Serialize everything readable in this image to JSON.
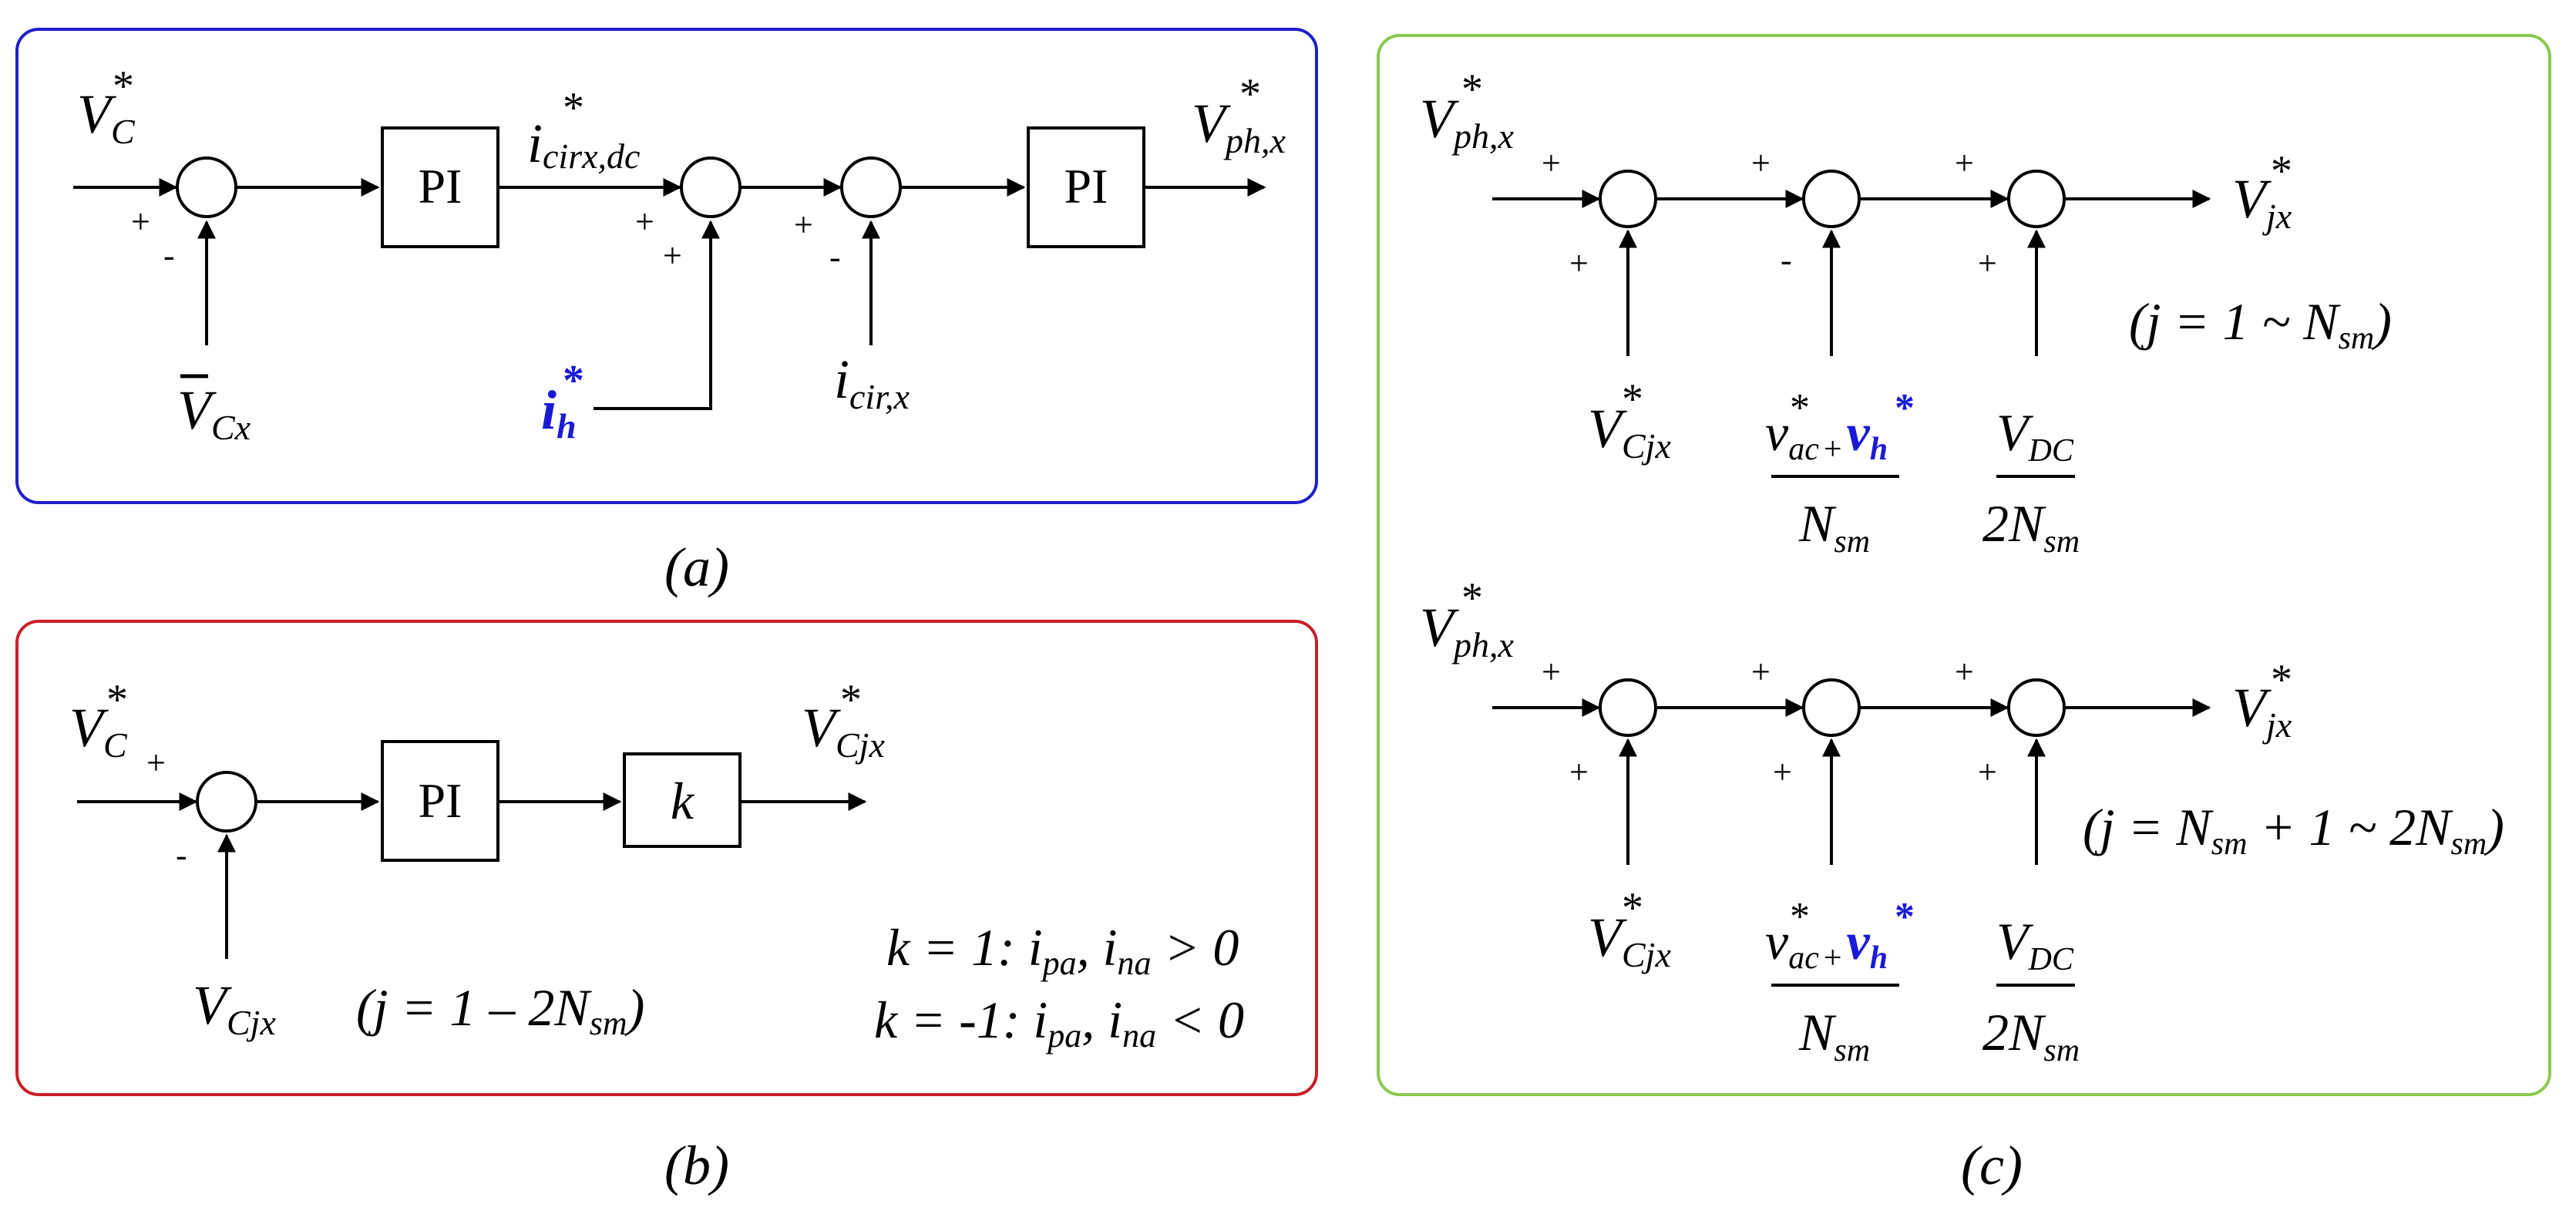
{
  "colors": {
    "panel_a": "#2020c8",
    "panel_b": "#c8202a",
    "panel_c": "#8cc850",
    "highlight": "#1a1ad6"
  },
  "captions": {
    "a": "(a)",
    "b": "(b)",
    "c": "(c)"
  },
  "panel_a": {
    "input_ref": "V",
    "input_ref_sub": "C",
    "star": "*",
    "feedback_1": "V",
    "feedback_1_sub": "Cx",
    "block_1": "PI",
    "mid_signal": "i",
    "mid_signal_sub": "cirx,dc",
    "inject": "i",
    "inject_sub": "h",
    "feedback_2": "i",
    "feedback_2_sub": "cir,x",
    "block_2": "PI",
    "output": "V",
    "output_sub": "ph,x",
    "plus": "+",
    "minus": "-"
  },
  "panel_b": {
    "input_ref": "V",
    "input_ref_sub": "C",
    "feedback": "V",
    "feedback_sub": "Cjx",
    "block_1": "PI",
    "block_2": "k",
    "output": "V",
    "output_sub": "Cjx",
    "range_pre": "(j = 1 – 2N",
    "range_sub": "sm",
    "range_post": ")",
    "cond_1": {
      "pre": "k = 1: i",
      "s1": "pa",
      "mid": ", i",
      "s2": "na",
      "post": " > 0"
    },
    "cond_2": {
      "pre": "k = -1: i",
      "s1": "pa",
      "mid": ", i",
      "s2": "na",
      "post": " < 0"
    }
  },
  "panel_c": {
    "input": "V",
    "input_sub": "ph,x",
    "output": "V",
    "output_sub": "jx",
    "in_1": "V",
    "in_1_sub": "Cjx",
    "num_a": "v",
    "num_a_sub": "ac",
    "num_plus": "+",
    "num_b": "v",
    "num_b_sub": "h",
    "den_1": "N",
    "den_1_sub": "sm",
    "in_3": "V",
    "in_3_sub": "DC",
    "den_2": "2N",
    "den_2_sub": "sm",
    "range_1": {
      "pre": "(j = 1 ~ N",
      "sub": "sm",
      "post": ")"
    },
    "range_2": {
      "pre": "(j = N",
      "sub": "sm",
      "mid": " + 1 ~ 2N",
      "sub2": "sm",
      "post": ")"
    }
  }
}
